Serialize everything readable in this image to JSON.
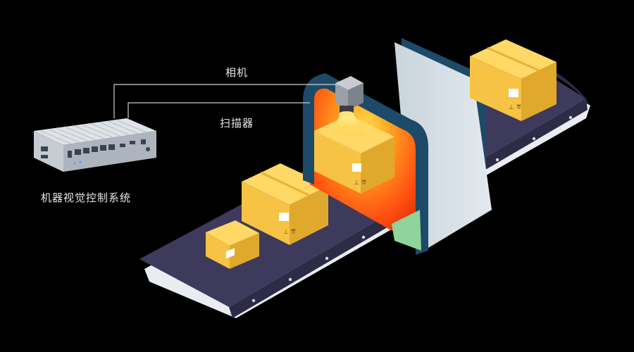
{
  "labels": {
    "camera": "相机",
    "scanner": "扫描器",
    "controller": "机器视觉控制系统"
  },
  "colors": {
    "background": "#000000",
    "belt_surface": "#3d3a5c",
    "belt_edge": "#e9ecf1",
    "box_front": "#f6c344",
    "box_top": "#ffd866",
    "box_side": "#e1a92c",
    "arch_outer": "#d3dde4",
    "arch_frame": "#1c4a68",
    "scan_glow": "#ff4a10",
    "scan_core": "#ffd23e",
    "label_text": "#e6e6e6",
    "connector_line": "#cfcfcf"
  }
}
